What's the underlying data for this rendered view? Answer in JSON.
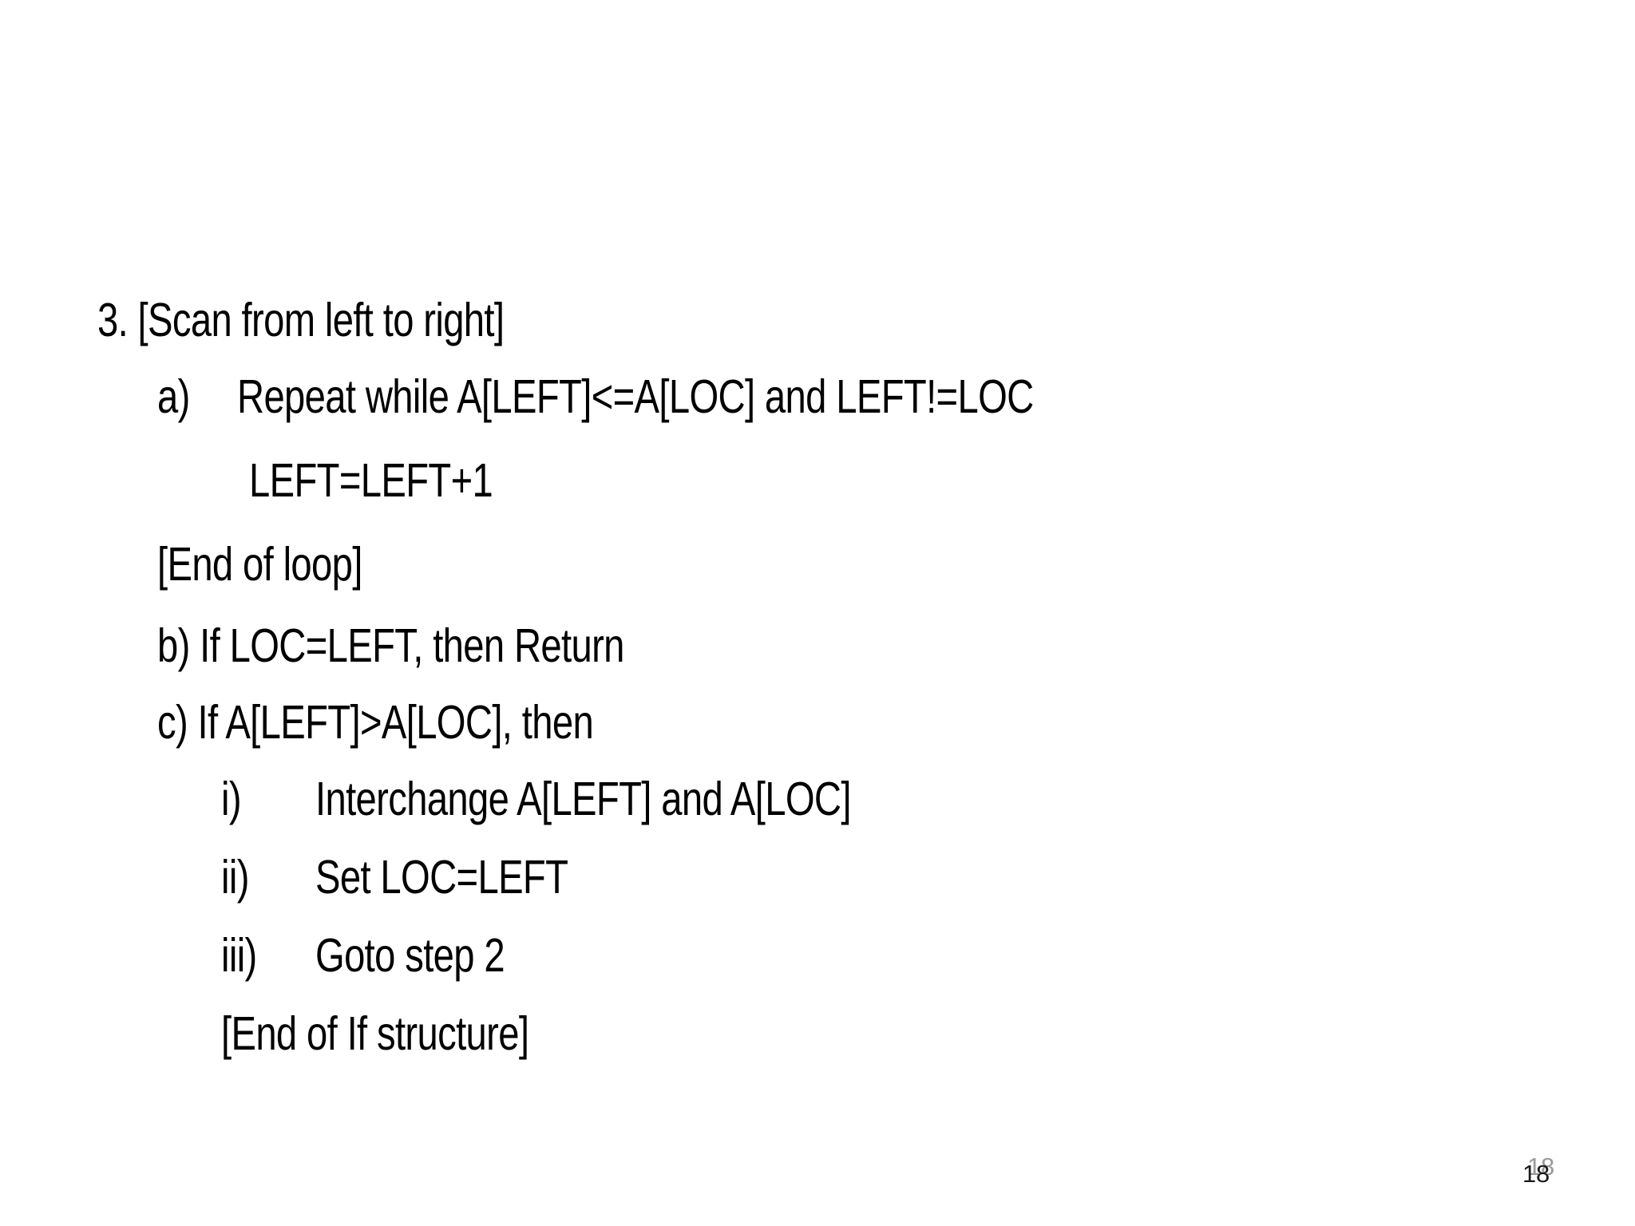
{
  "slide": {
    "background_color": "#ffffff",
    "text_color": "#000000",
    "page_number": "18",
    "page_number_shadow": "18"
  },
  "body": {
    "step3": {
      "full": "3. [Scan from left to right]"
    },
    "sub_a": {
      "marker": "a)",
      "text": "Repeat while A[LEFT]<=A[LOC] and LEFT!=LOC"
    },
    "left_assign": {
      "full": "LEFT=LEFT+1"
    },
    "end_loop": {
      "full": "[End of loop]"
    },
    "sub_b": {
      "marker": "",
      "text": "b) If LOC=LEFT, then Return"
    },
    "sub_c": {
      "marker": "",
      "text": "c) If A[LEFT]>A[LOC], then"
    },
    "sub_i": {
      "marker": "i)",
      "text": "Interchange A[LEFT] and A[LOC]"
    },
    "sub_ii": {
      "marker": "ii)",
      "text": "Set LOC=LEFT"
    },
    "sub_iii": {
      "marker": "iii)",
      "text": "Goto step 2"
    },
    "end_if": {
      "full": "[End of If structure]"
    }
  }
}
